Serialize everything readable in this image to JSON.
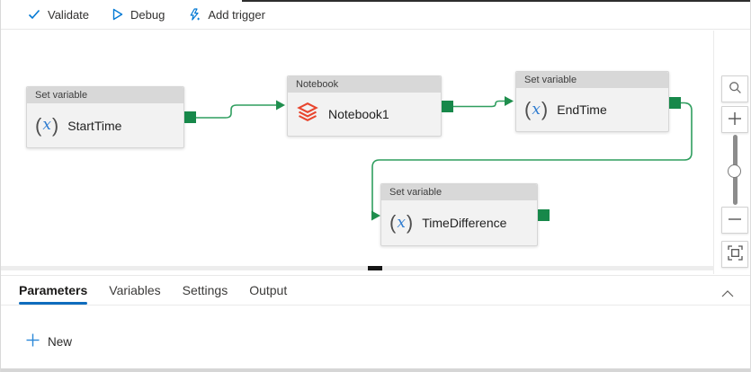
{
  "toolbar": {
    "validate_label": "Validate",
    "debug_label": "Debug",
    "add_trigger_label": "Add trigger"
  },
  "canvas": {
    "nodes": [
      {
        "header": "Set variable",
        "label": "StartTime",
        "icon": "set-variable-icon"
      },
      {
        "header": "Notebook",
        "label": "Notebook1",
        "icon": "databricks-icon"
      },
      {
        "header": "Set variable",
        "label": "EndTime",
        "icon": "set-variable-icon"
      },
      {
        "header": "Set variable",
        "label": "TimeDifference",
        "icon": "set-variable-icon"
      }
    ],
    "connections": [
      {
        "from": "StartTime",
        "to": "Notebook1"
      },
      {
        "from": "Notebook1",
        "to": "EndTime"
      },
      {
        "from": "EndTime",
        "to": "TimeDifference"
      }
    ]
  },
  "zoom_rail": {
    "icons": [
      "magnifier-icon",
      "zoom-in-icon",
      "zoom-slider",
      "zoom-out-icon",
      "fit-to-screen-icon"
    ]
  },
  "bottom_panel": {
    "tabs": [
      {
        "label": "Parameters",
        "active": true
      },
      {
        "label": "Variables",
        "active": false
      },
      {
        "label": "Settings",
        "active": false
      },
      {
        "label": "Output",
        "active": false
      }
    ],
    "new_label": "New",
    "collapse_icon": "chevron-up-icon"
  },
  "glyphs": {
    "paren_open": "(",
    "variable_x": "x",
    "paren_close": ")"
  },
  "colors": {
    "accent_blue": "#0078d4",
    "tab_underline": "#0f6cbd",
    "connector_green": "#2f9e5f",
    "port_green": "#17884a",
    "databricks_red": "#e8452e",
    "node_header_gray": "#d8d8d8",
    "node_body_gray": "#f2f2f2"
  }
}
